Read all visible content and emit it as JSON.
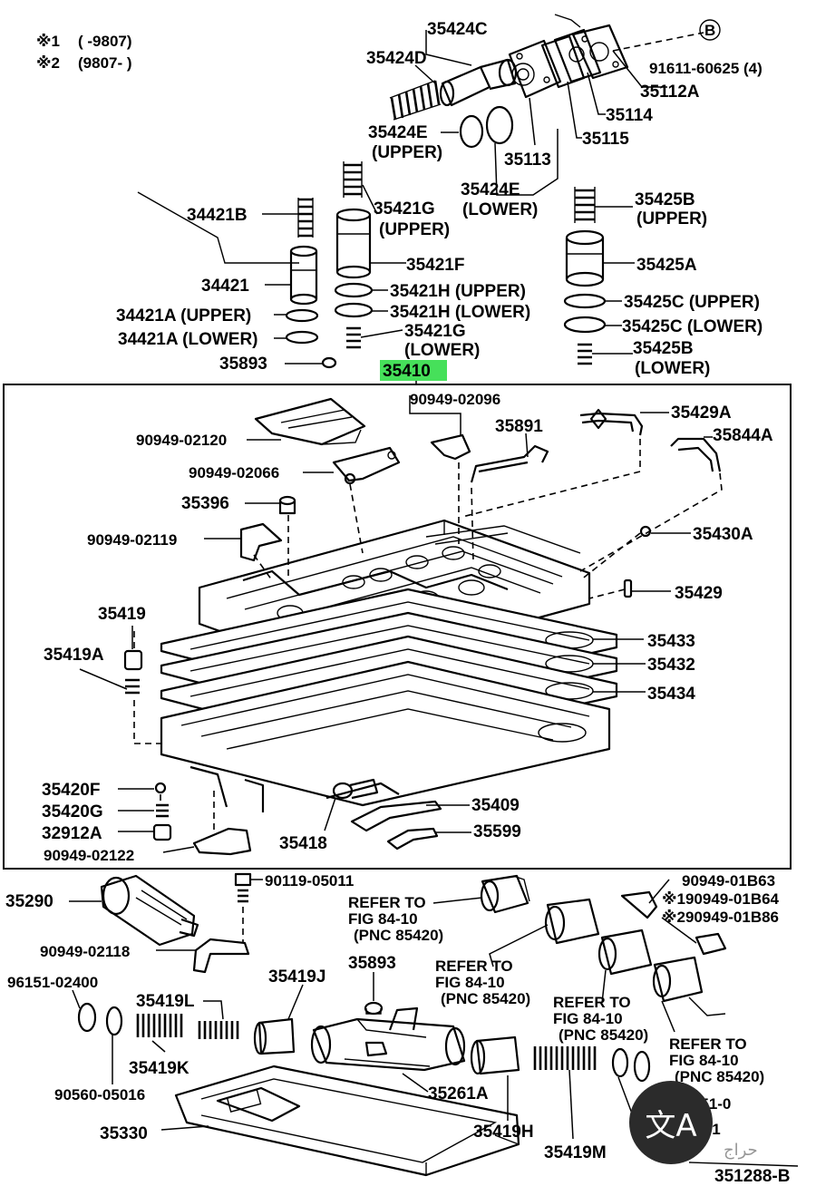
{
  "notes": [
    {
      "mark": "※1",
      "text": "(      -9807)"
    },
    {
      "mark": "※2",
      "text": "(9807-       )"
    }
  ],
  "labels": {
    "p35424C": "35424C",
    "p35424D": "35424D",
    "p91611": "91611-60625 (4)",
    "pB": "B",
    "p35112A": "35112A",
    "p35114": "35114",
    "p35424E_u": "35424E",
    "p35424E_u2": "(UPPER)",
    "p35115": "35115",
    "p35113": "35113",
    "p35424E_l": "35424E",
    "p35424E_l2": "(LOWER)",
    "p34421B": "34421B",
    "p35421G_u": "35421G",
    "p35421G_u2": "(UPPER)",
    "p35425B_u": "35425B",
    "p35425B_u2": "(UPPER)",
    "p34421": "34421",
    "p35421F": "35421F",
    "p35425A": "35425A",
    "p35421H_u": "35421H (UPPER)",
    "p35425C_u": "35425C (UPPER)",
    "p34421A_u": "34421A (UPPER)",
    "p35421H_l": "35421H (LOWER)",
    "p35425C_l": "35425C (LOWER)",
    "p34421A_l": "34421A (LOWER)",
    "p35421G_l": "35421G",
    "p35421G_l2": "(LOWER)",
    "p35425B_l": "35425B",
    "p35425B_l2": "(LOWER)",
    "p35893a": "35893",
    "p35410": "35410",
    "p90949_02096": "90949-02096",
    "p35429A": "35429A",
    "p35891": "35891",
    "p35844A": "35844A",
    "p90949_02120": "90949-02120",
    "p90949_02066": "90949-02066",
    "p35396": "35396",
    "p35430A": "35430A",
    "p90949_02119": "90949-02119",
    "p35429": "35429",
    "p35419": "35419",
    "p35419A": "35419A",
    "p35433": "35433",
    "p35432": "35432",
    "p35434": "35434",
    "p35420F": "35420F",
    "p35420G": "35420G",
    "p35409": "35409",
    "p32912A": "32912A",
    "p35599": "35599",
    "p90949_02122": "90949-02122",
    "p35418": "35418",
    "p90119": "90119-05011",
    "p90949_01B63": "90949-01B63",
    "p35290": "35290",
    "ref1a": "REFER TO",
    "ref1b": "FIG 84-10",
    "ref1c": "(PNC 85420)",
    "p90949_01B64": "※190949-01B64",
    "p90949_01B86": "※290949-01B86",
    "p90949_02118": "90949-02118",
    "p35893b": "35893",
    "ref2a": "REFER TO",
    "ref2b": "FIG 84-10",
    "ref2c": "(PNC 85420)",
    "p96151_02400": "96151-02400",
    "p35419J": "35419J",
    "p35419L": "35419L",
    "ref3a": "REFER TO",
    "ref3b": "FIG 84-10",
    "ref3c": "(PNC 85420)",
    "ref4a": "REFER TO",
    "ref4b": "FIG 84-10",
    "ref4c": "(PNC 85420)",
    "p35419K": "35419K",
    "p90560": "90560-05016",
    "p35261A": "35261A",
    "p96151_04": "96151-0",
    "p90560_05": "90560-0501",
    "p35330": "35330",
    "p35419H": "35419H",
    "p35419M": "35419M",
    "p351288B": "351288-B"
  },
  "ui": {
    "translate_icon": "文A",
    "watermark": "حراج"
  },
  "colors": {
    "highlight": "#46e05a",
    "ink": "#000000"
  }
}
